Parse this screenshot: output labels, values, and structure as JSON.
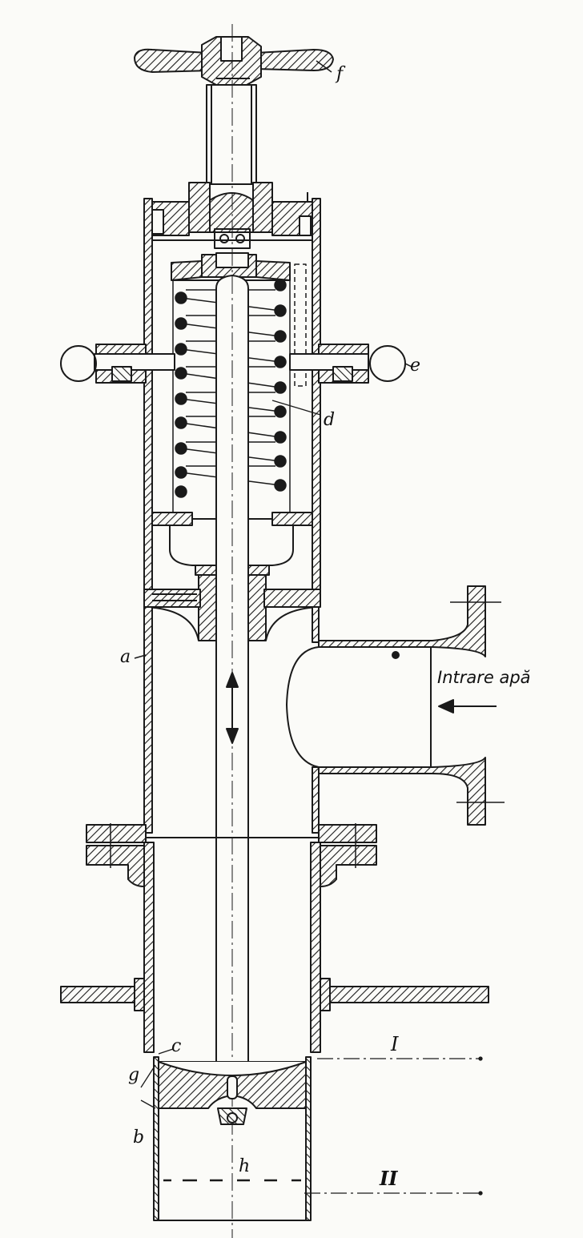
{
  "labels": {
    "f": "f",
    "e": "e",
    "d": "d",
    "a": "a",
    "c": "c",
    "g": "g",
    "b": "b",
    "h": "h",
    "section_1": "I",
    "section_2": "II",
    "water_inlet": "Intrare apă"
  },
  "colors": {
    "ink": "#1a1a1a",
    "paper": "#fbfbf8"
  }
}
